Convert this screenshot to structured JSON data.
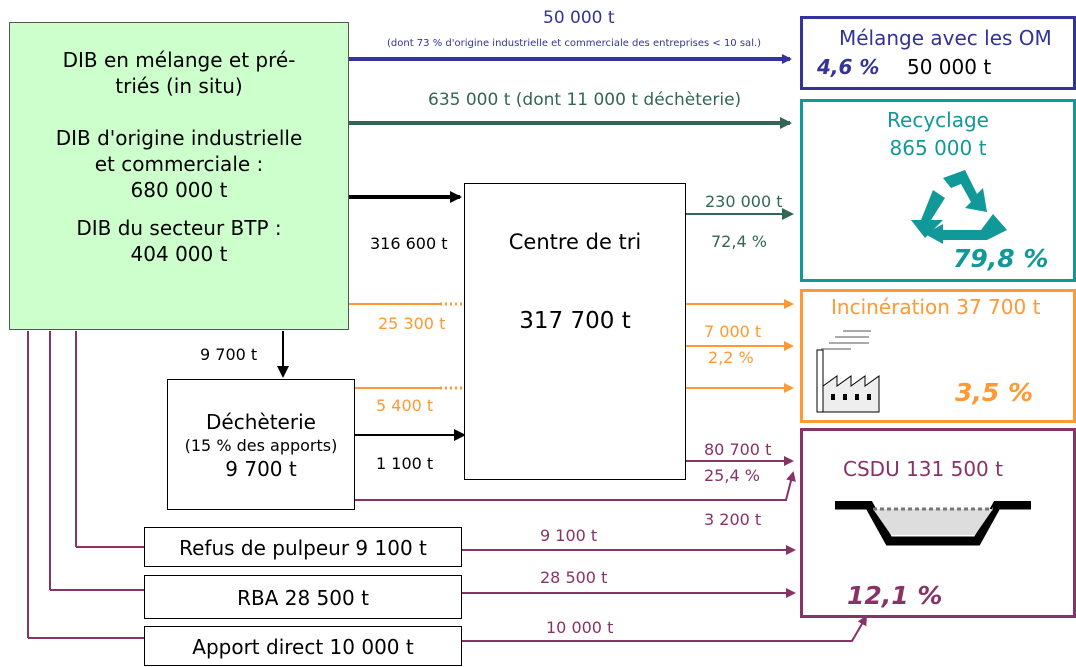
{
  "colors": {
    "source_green": "#ccffcc",
    "blue": "#333399",
    "dark_green": "#336655",
    "teal": "#119999",
    "orange": "#ff9933",
    "purple": "#883366",
    "black": "#000000"
  },
  "source": {
    "line1": "DIB en mélange et pré-",
    "line2": "triés (in situ)",
    "line3": "DIB d'origine industrielle",
    "line4": "et commerciale :",
    "line5": "680 000 t",
    "line6": "DIB du secteur BTP :",
    "line7": "404 000 t"
  },
  "flows": {
    "om_amount": "50 000 t",
    "om_note": "(dont 73 % d'origine industrielle et commerciale des entreprises < 10 sal.)",
    "recycling_amount": "635 000 t (dont 11 000 t déchèterie)",
    "to_sorting": "316 600 t",
    "sorting_to_recycling": "230 000 t",
    "sorting_to_recycling_pct": "72,4 %",
    "to_incineration_direct": "25 300 t",
    "sorting_to_incineration": "7 000 t",
    "sorting_to_incineration_pct": "2,2 %",
    "to_dechetterie": "9 700 t",
    "dechetterie_to_incineration": "5 400 t",
    "dechetterie_to_sorting": "1 100 t",
    "sorting_to_csdu": "80 700 t",
    "sorting_to_csdu_pct": "25,4 %",
    "dechetterie_to_csdu": "3 200 t",
    "pulpeur_to_csdu": "9 100 t",
    "rba_to_csdu": "28 500 t",
    "apport_to_csdu": "10 000 t"
  },
  "sorting_center": {
    "title": "Centre de tri",
    "amount": "317 700 t"
  },
  "dechetterie": {
    "title": "Déchèterie",
    "note": "(15 % des apports)",
    "amount": "9 700 t"
  },
  "other_sources": {
    "pulpeur": "Refus de pulpeur 9 100 t",
    "rba": "RBA 28 500 t",
    "apport": "Apport direct 10 000 t"
  },
  "destinations": {
    "om_title": "Mélange avec les OM",
    "om_pct": "4,6 %",
    "om_amount": "50 000 t",
    "recycling_title": "Recyclage",
    "recycling_amount": "865 000 t",
    "recycling_pct": "79,8 %",
    "incineration_title": "Incinération 37 700 t",
    "incineration_pct": "3,5 %",
    "csdu_title": "CSDU 131 500 t",
    "csdu_pct": "12,1 %"
  },
  "icons": [
    "recycle-icon",
    "factory-icon",
    "landfill-icon"
  ]
}
